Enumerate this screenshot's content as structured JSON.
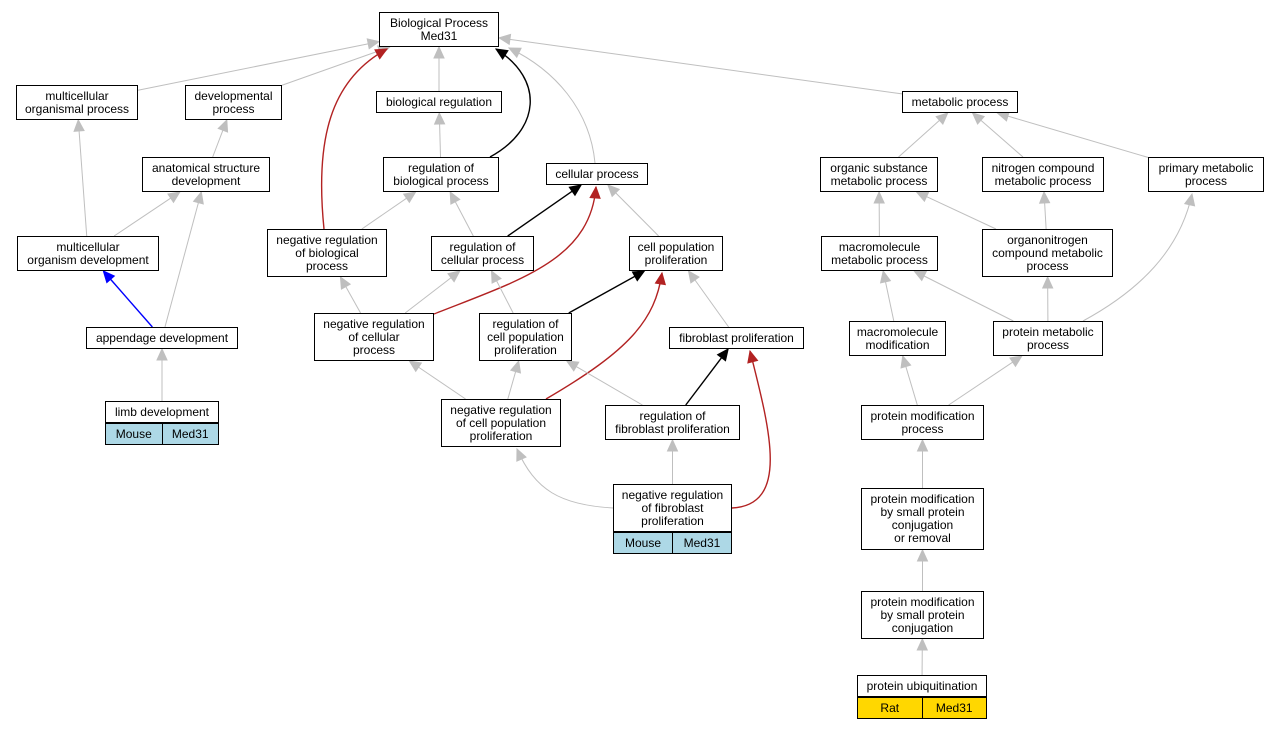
{
  "colors": {
    "edge_default": "#bfbfbf",
    "edge_positive": "#000000",
    "edge_negative": "#b22222",
    "edge_part_of": "#0000ff",
    "tag_mouse": "#add8e6",
    "tag_rat": "#ffd700"
  },
  "nodes": {
    "root": "Biological Process\nMed31",
    "multicellular_organismal_process": "multicellular\norganismal process",
    "developmental_process": "developmental\nprocess",
    "biological_regulation": "biological regulation",
    "metabolic_process": "metabolic process",
    "anatomical_structure_development": "anatomical structure\ndevelopment",
    "regulation_of_biological_process": "regulation of\nbiological process",
    "cellular_process": "cellular process",
    "organic_substance_metabolic_process": "organic substance\nmetabolic process",
    "nitrogen_compound_metabolic_process": "nitrogen compound\nmetabolic process",
    "primary_metabolic_process": "primary metabolic\nprocess",
    "multicellular_organism_development": "multicellular\norganism development",
    "negative_regulation_of_biological_process": "negative regulation\nof biological\nprocess",
    "regulation_of_cellular_process": "regulation of\ncellular process",
    "cell_population_proliferation": "cell population\nproliferation",
    "macromolecule_metabolic_process": "macromolecule\nmetabolic process",
    "organonitrogen_compound_metabolic_process": "organonitrogen\ncompound metabolic\nprocess",
    "appendage_development": "appendage development",
    "negative_regulation_of_cellular_process": "negative regulation\nof cellular\nprocess",
    "regulation_of_cell_population_proliferation": "regulation of\ncell population\nproliferation",
    "fibroblast_proliferation": "fibroblast proliferation",
    "macromolecule_modification": "macromolecule\nmodification",
    "protein_metabolic_process": "protein metabolic\nprocess",
    "limb_development": "limb development",
    "negative_regulation_of_cell_population_proliferation": "negative regulation\nof cell population\nproliferation",
    "regulation_of_fibroblast_proliferation": "regulation of\nfibroblast proliferation",
    "protein_modification_process": "protein modification\nprocess",
    "negative_regulation_of_fibroblast_proliferation": "negative regulation\nof fibroblast\nproliferation",
    "protein_modification_by_small_protein_conjugation_or_removal": "protein modification\nby small protein\nconjugation\nor removal",
    "protein_modification_by_small_protein_conjugation": "protein modification\nby small protein\nconjugation",
    "protein_ubiquitination": "protein ubiquitination"
  },
  "annotations": {
    "limb_development": {
      "species": "Mouse",
      "gene": "Med31"
    },
    "negative_regulation_of_fibroblast_proliferation": {
      "species": "Mouse",
      "gene": "Med31"
    },
    "protein_ubiquitination": {
      "species": "Rat",
      "gene": "Med31"
    }
  }
}
